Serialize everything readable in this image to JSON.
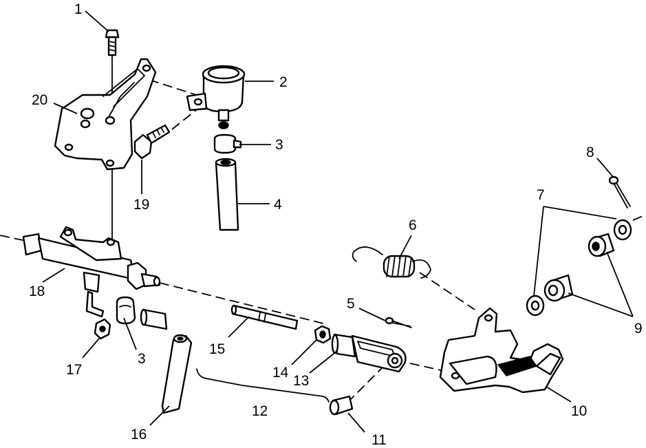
{
  "callouts": {
    "c1": "1",
    "c2": "2",
    "c3a": "3",
    "c3b": "3",
    "c4": "4",
    "c5": "5",
    "c6": "6",
    "c7": "7",
    "c8": "8",
    "c9": "9",
    "c10": "10",
    "c11": "11",
    "c12": "12",
    "c13": "13",
    "c14": "14",
    "c15": "15",
    "c16": "16",
    "c17": "17",
    "c18": "18",
    "c19": "19",
    "c20": "20"
  }
}
